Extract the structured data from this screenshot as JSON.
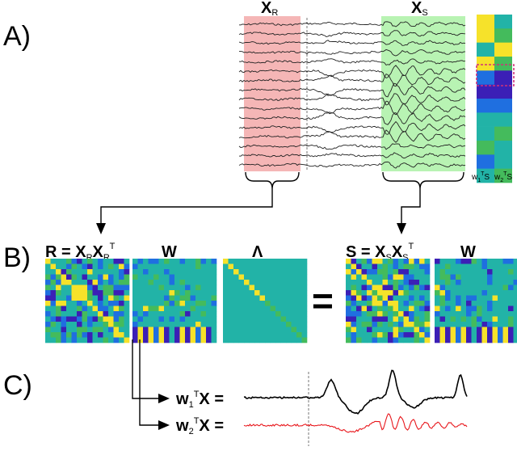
{
  "panels": {
    "a": "A)",
    "b": "B)",
    "c": "C)"
  },
  "panel_a": {
    "xr_label": "X",
    "xr_sub": "R",
    "xs_label": "X",
    "xs_sub": "S",
    "weights": [
      {
        "w": "w",
        "sub": "1",
        "sup": "T",
        "rest": "S"
      },
      {
        "w": "w",
        "sub": "2",
        "sup": "T",
        "rest": "S"
      }
    ],
    "colors": {
      "reference": "#f5b6b6",
      "signal": "#b8f3b3",
      "highlight": "#d0307a"
    }
  },
  "panel_b": {
    "r_eq": {
      "lhs": "R = X",
      "sub1": "R",
      "mid": "X",
      "sub2": "R",
      "sup": "T"
    },
    "w_label": "W",
    "lambda_label": "Λ",
    "equals": "=",
    "s_eq": {
      "lhs": "S = X",
      "sub1": "S",
      "mid": "X",
      "sub2": "S",
      "sup": "T"
    },
    "w2_label": "W"
  },
  "panel_c": {
    "rows": [
      {
        "w": "w",
        "sub": "1",
        "sup": "T",
        "rest": "X  =",
        "color": "#000000"
      },
      {
        "w": "w",
        "sub": "2",
        "sup": "T",
        "rest": "X  =",
        "color": "#e8161b"
      }
    ]
  },
  "colormap": [
    "#3b1fb6",
    "#1f6fe0",
    "#22b3a7",
    "#44bb5c",
    "#f6e22a"
  ]
}
